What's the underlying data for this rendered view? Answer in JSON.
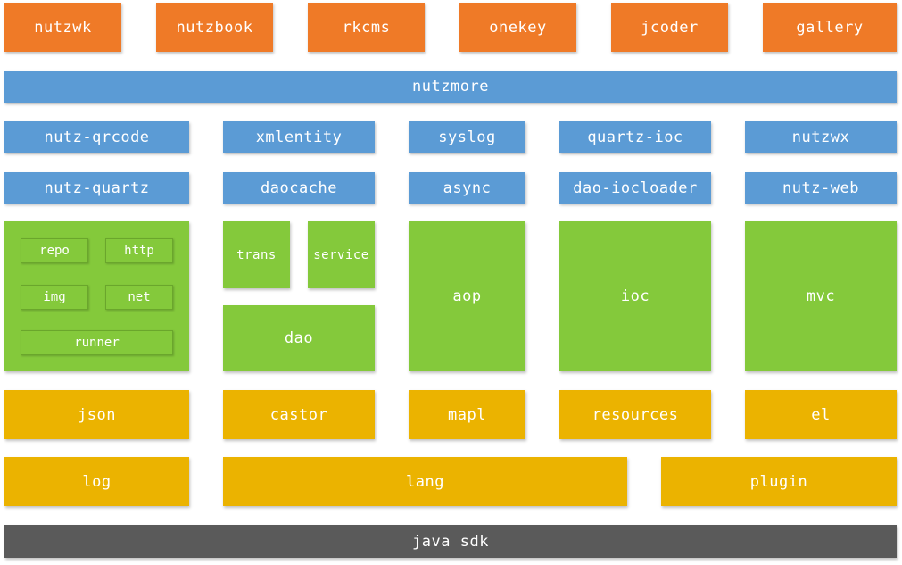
{
  "top_row": [
    "nutzwk",
    "nutzbook",
    "rkcms",
    "onekey",
    "jcoder",
    "gallery"
  ],
  "nutzmore": "nutzmore",
  "plugins_row1": [
    "nutz-qrcode",
    "xmlentity",
    "syslog",
    "quartz-ioc",
    "nutzwx"
  ],
  "plugins_row2": [
    "nutz-quartz",
    "daocache",
    "async",
    "dao-iocloader",
    "nutz-web"
  ],
  "utils_box": [
    "repo",
    "http",
    "img",
    "net",
    "runner"
  ],
  "dao_group": {
    "trans": "trans",
    "service": "service",
    "dao": "dao"
  },
  "core": [
    "aop",
    "ioc",
    "mvc"
  ],
  "base_row1": [
    "json",
    "castor",
    "mapl",
    "resources",
    "el"
  ],
  "base_row2": [
    "log",
    "lang",
    "plugin"
  ],
  "java_sdk": "java sdk",
  "colors": {
    "apps": "#ef7a27",
    "more": "#5b9bd5",
    "core": "#84c93b",
    "base": "#ebb300",
    "sdk": "#5a5a5a"
  }
}
